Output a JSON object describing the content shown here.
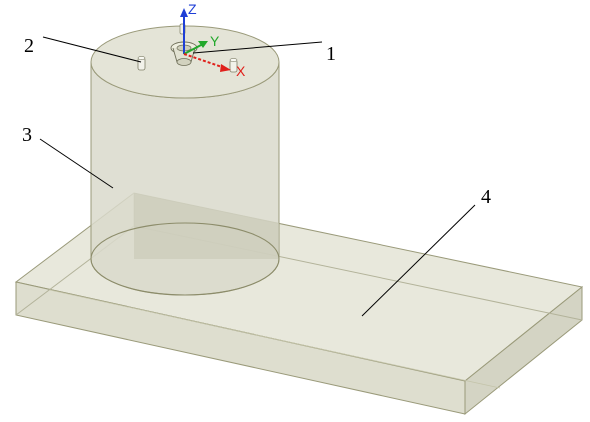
{
  "callouts": {
    "c1": "1",
    "c2": "2",
    "c3": "3",
    "c4": "4"
  },
  "triad": {
    "z_label": "Z",
    "y_label": "Y",
    "x_label": "X",
    "z_color": "#1f3fd6",
    "y_color": "#22a82b",
    "x_color": "#e0201b"
  },
  "colors": {
    "body_fill": "#e6e6d8",
    "body_edge": "#8c8c6a",
    "cylinder_fill": "#dcdccf",
    "leader": "#000000"
  }
}
